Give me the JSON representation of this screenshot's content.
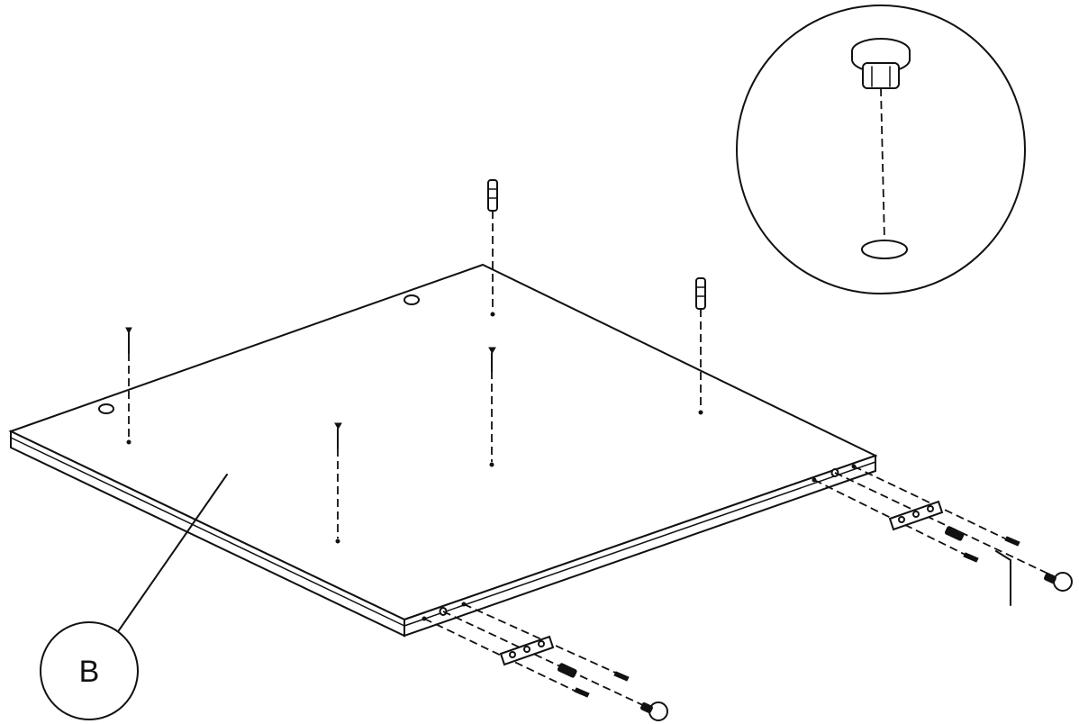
{
  "part_label": "B",
  "icons": {
    "panel": "shelf-panel",
    "callout": "detail-callout-cap",
    "bracket": "connector-bracket-icon",
    "screw": "screw-icon",
    "dowel": "dowel-icon",
    "knob": "knob-icon",
    "allen_key": "allen-key-icon"
  },
  "colors": {
    "line": "#111111",
    "background": "#ffffff"
  }
}
